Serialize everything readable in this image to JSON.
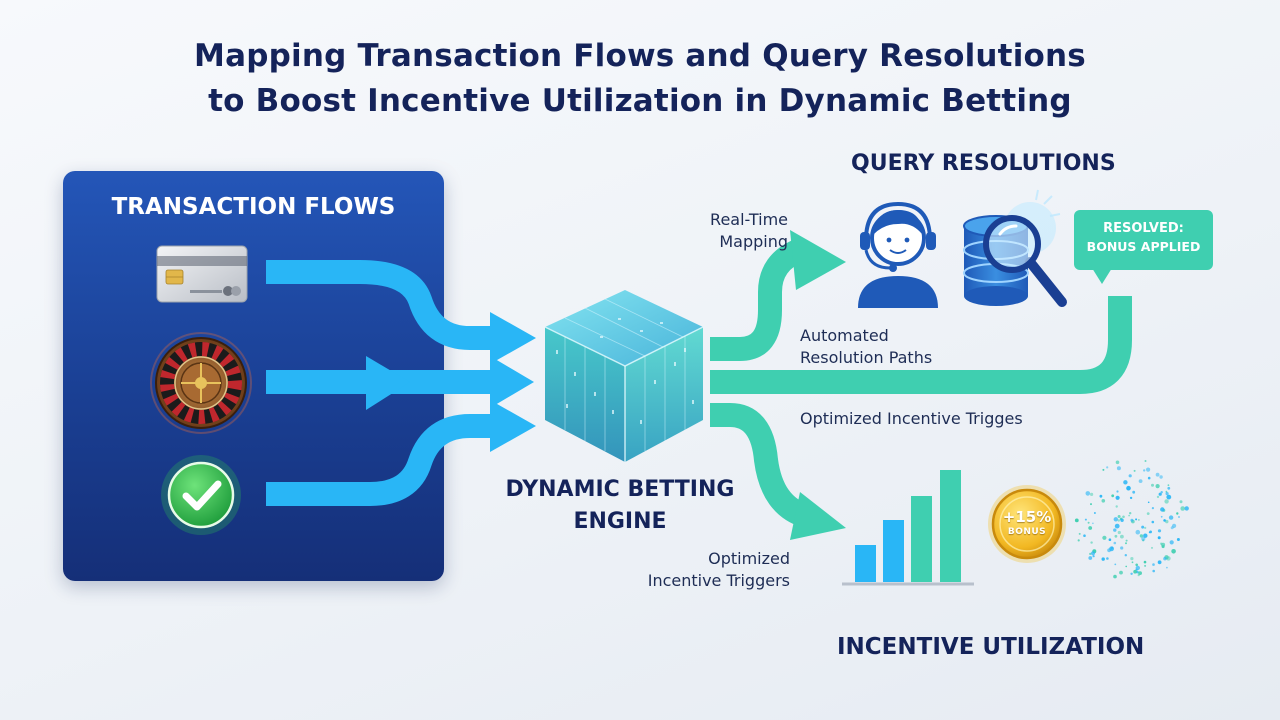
{
  "title": {
    "line1": "Mapping Transaction Flows and Query Resolutions",
    "line2": "to Boost Incentive Utilization in Dynamic Betting"
  },
  "transaction_panel": {
    "heading": "TRANSACTION FLOWS",
    "icons": [
      "credit-card-icon",
      "roulette-wheel-icon",
      "checkmark-icon"
    ]
  },
  "engine": {
    "line1": "DYNAMIC BETTING",
    "line2": "ENGINE"
  },
  "query": {
    "heading": "QUERY RESOLUTIONS",
    "label_line1": "Real-Time",
    "label_line2": "Mapping",
    "bubble_line1": "RESOLVED:",
    "bubble_line2": "BONUS APPLIED",
    "icons": [
      "support-agent-icon",
      "database-search-icon"
    ]
  },
  "middle": {
    "label_line1": "Automated",
    "label_line2": "Resolution Paths",
    "label_triggers": "Optimized Incentive Trigges"
  },
  "incentive": {
    "heading": "INCENTIVE UTILIZATION",
    "label_line1": "Optimized",
    "label_line2": "Incentive Triggers",
    "coin_value": "+15%",
    "coin_label": "BONUS",
    "icons": [
      "bar-chart-icon",
      "bonus-coin-icon",
      "particle-cloud-icon"
    ]
  },
  "colors": {
    "navy": "#14235a",
    "panel_blue": "#1e4aa8",
    "arrow_blue": "#29b6f6",
    "arrow_teal": "#3fcfb0",
    "coin_gold": "#f4c430"
  }
}
